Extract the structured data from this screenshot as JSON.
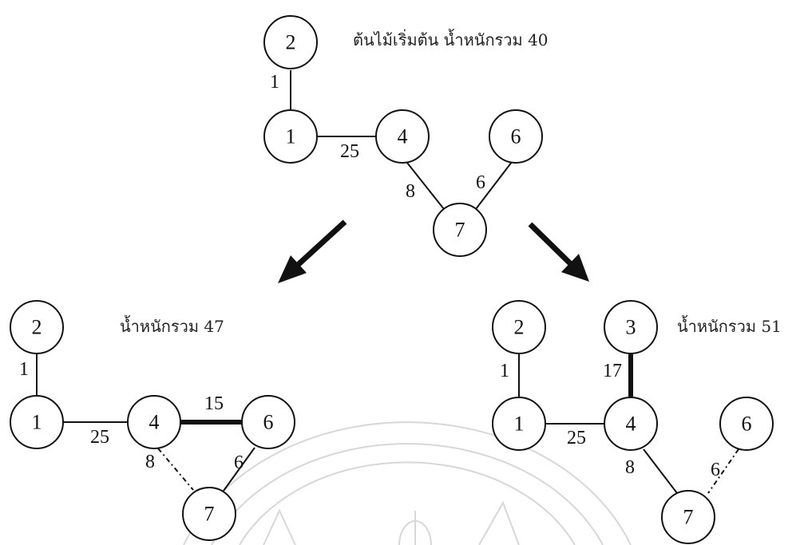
{
  "colors": {
    "ink": "#111111",
    "watermark": "#d7d7d7"
  },
  "watermark": {
    "name": "university-seal-watermark"
  },
  "top": {
    "caption": "ต้นไม้เริ่มต้น น้ำหนักรวม 40",
    "nodes": [
      "2",
      "1",
      "4",
      "6",
      "7"
    ],
    "weights": [
      "1",
      "25",
      "8",
      "6"
    ]
  },
  "left": {
    "caption": "น้ำหนักรวม 47",
    "nodes": [
      "2",
      "1",
      "4",
      "6",
      "7"
    ],
    "weights": [
      "1",
      "25",
      "15",
      "8",
      "6"
    ]
  },
  "right": {
    "caption": "น้ำหนักรวม 51",
    "nodes": [
      "2",
      "3",
      "1",
      "4",
      "6",
      "7"
    ],
    "weights": [
      "1",
      "17",
      "25",
      "8",
      "6"
    ]
  }
}
